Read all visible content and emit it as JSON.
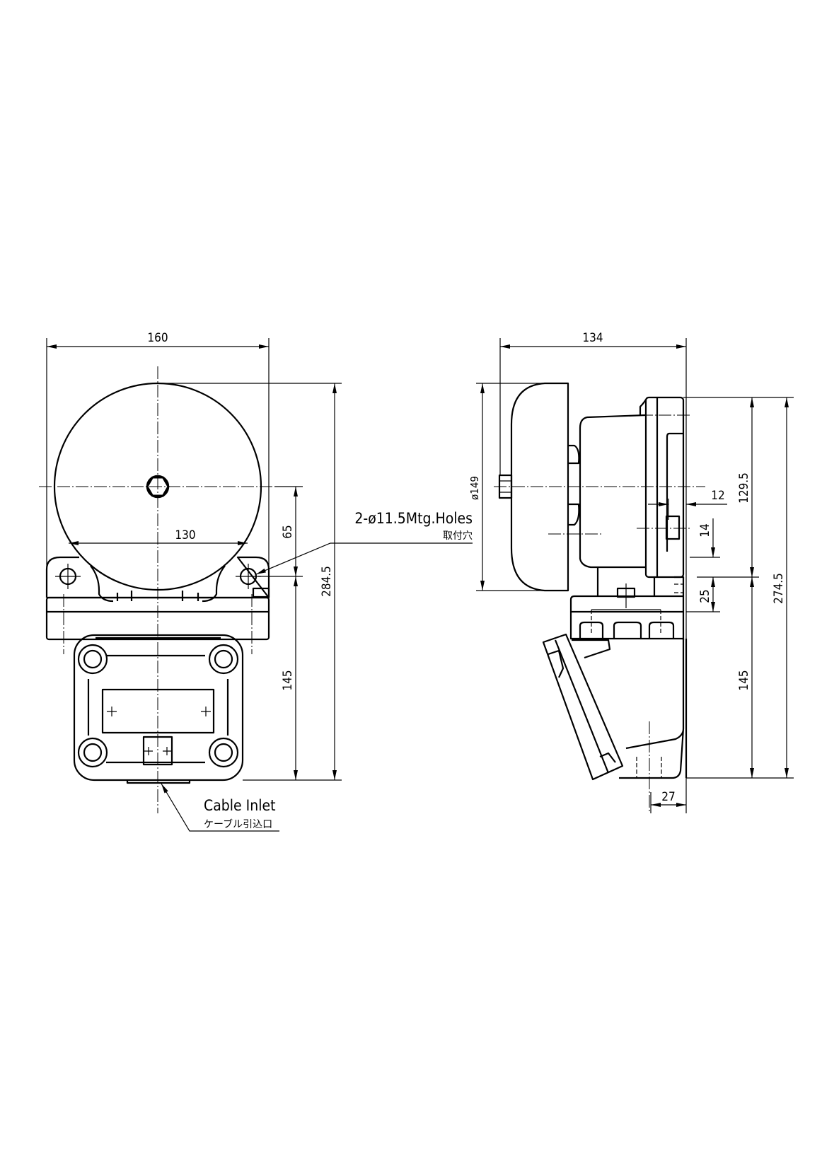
{
  "front_view": {
    "dim_width": "160",
    "dim_hole_spacing": "130",
    "dim_center_to_hole": "65",
    "dim_hole_to_bottom": "145",
    "dim_total_height": "284.5",
    "mounting_holes_label": "2-ø11.5Mtg.Holes",
    "mounting_holes_label_jp": "取付穴",
    "cable_inlet_label": "Cable Inlet",
    "cable_inlet_label_jp": "ケーブル引込口"
  },
  "side_view": {
    "dim_depth": "134",
    "dim_bell_diameter": "ø149",
    "dim_upper_height": "129.5",
    "dim_total_height": "274.5",
    "dim_12": "12",
    "dim_14": "14",
    "dim_25": "25",
    "dim_lower_height": "145",
    "dim_27": "27"
  }
}
